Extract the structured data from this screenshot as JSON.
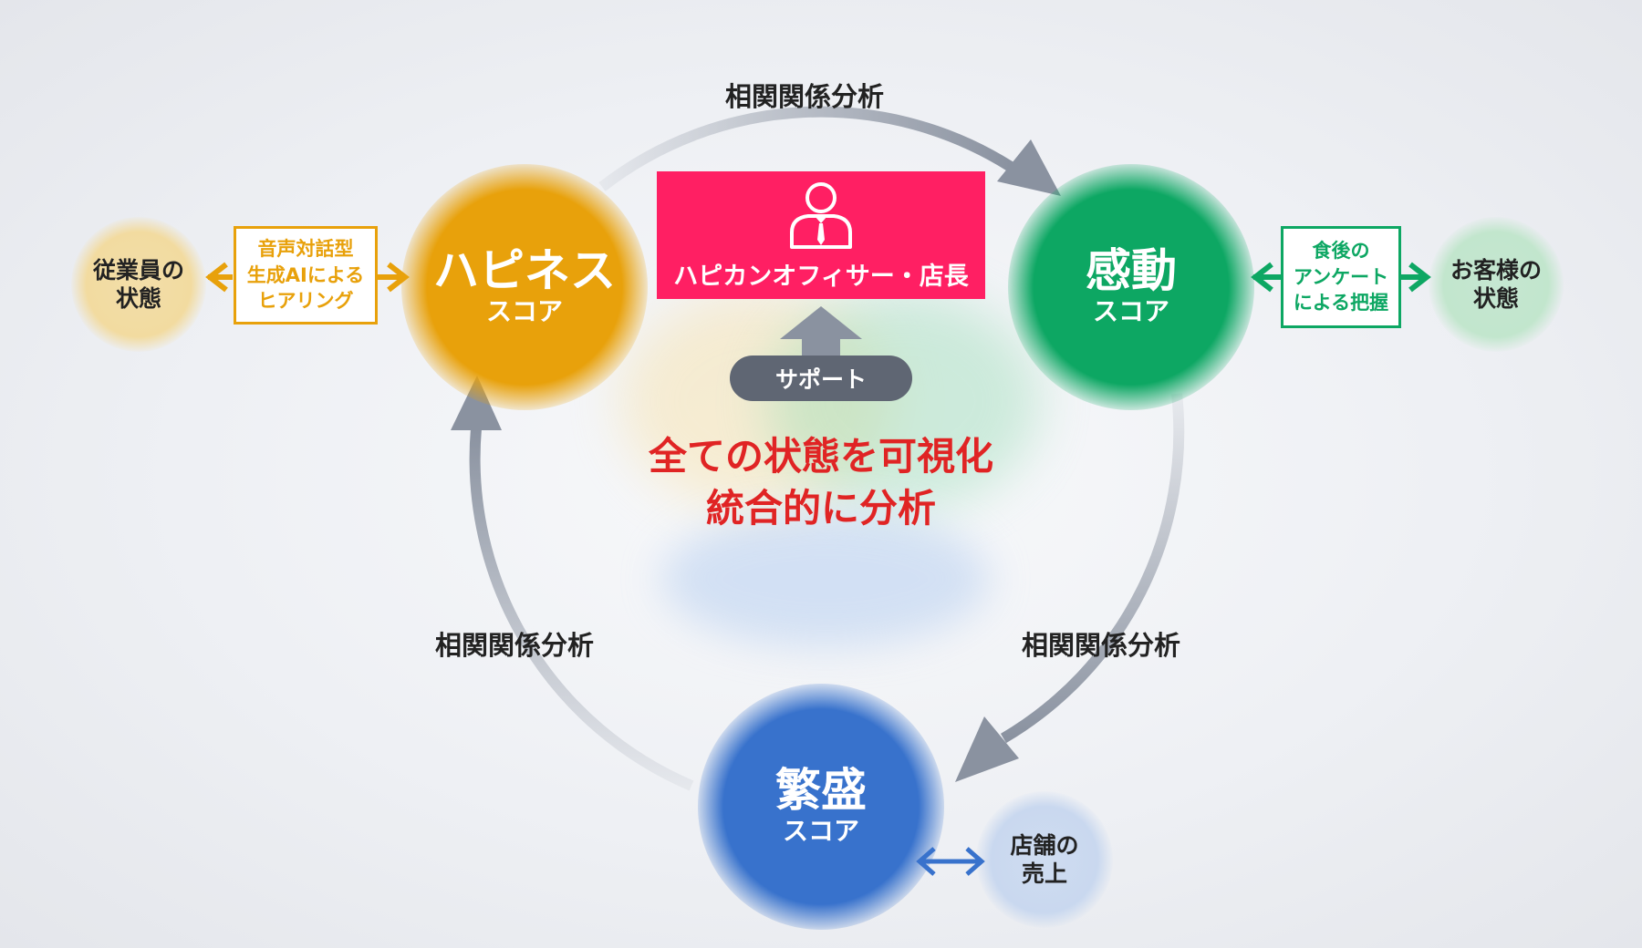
{
  "colors": {
    "happiness": "#e8a10b",
    "kando": "#0da763",
    "hanjo": "#3872cc",
    "officer": "#ff1f63",
    "arrow": "#8a92a0",
    "accent_text": "#e02424"
  },
  "happiness": {
    "title": "ハピネス",
    "sub": "スコア"
  },
  "kando": {
    "title": "感動",
    "sub": "スコア"
  },
  "hanjo": {
    "title": "繁盛",
    "sub": "スコア"
  },
  "officer": {
    "icon": "person-tie-icon",
    "label": "ハピカンオフィサー・店長"
  },
  "support": {
    "label": "サポート"
  },
  "center_text": {
    "line1": "全ての状態を可視化",
    "line2": "統合的に分析"
  },
  "relations": {
    "top": "相関関係分析",
    "left": "相関関係分析",
    "right": "相関関係分析"
  },
  "employee_state": {
    "line1": "従業員の",
    "line2": "状態"
  },
  "customer_state": {
    "line1": "お客様の",
    "line2": "状態"
  },
  "store_sales": {
    "line1": "店舗の",
    "line2": "売上"
  },
  "voice_box": {
    "line1": "音声対話型",
    "line2": "生成AIによる",
    "line3": "ヒアリング"
  },
  "survey_box": {
    "line1": "食後の",
    "line2": "アンケート",
    "line3": "による把握"
  }
}
